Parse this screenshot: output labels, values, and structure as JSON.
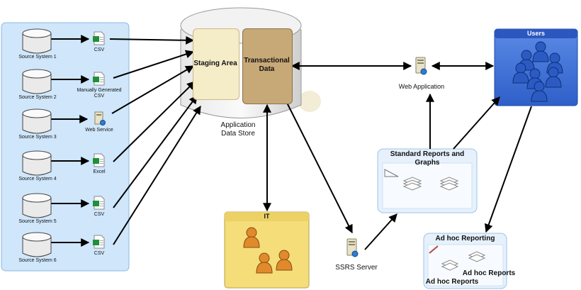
{
  "sources": [
    {
      "label": "Source System 1",
      "format": "CSV",
      "icon": "csv-file-icon"
    },
    {
      "label": "Source System 2",
      "format": "Manually Generated CSV",
      "icon": "csv-file-icon"
    },
    {
      "label": "Source System 3",
      "format": "Web Service",
      "icon": "server-icon"
    },
    {
      "label": "Source System 4",
      "format": "Excel",
      "icon": "excel-file-icon"
    },
    {
      "label": "Source System 5",
      "format": "CSV",
      "icon": "csv-file-icon"
    },
    {
      "label": "Source System 6",
      "format": "CSV",
      "icon": "csv-file-icon"
    }
  ],
  "store": {
    "staging": "Staging Area",
    "transactional": "Transactional Data",
    "caption": "Application Data Store"
  },
  "web_app": "Web Application",
  "users": "Users",
  "reports": "Standard Reports and Graphs",
  "it": "IT",
  "ssrs": "SSRS Server",
  "adhoc": {
    "title": "Ad hoc Reporting",
    "item1": "Ad hoc Reports",
    "item2": "Ad hoc Reports"
  },
  "colors": {
    "source_panel": "#cfe6fb",
    "staging": "#f5ecc8",
    "transactional": "#c7a977",
    "users_panel": "#3f73d8",
    "it_panel": "#f5dd7a",
    "reports_panel": "#e6f1fc",
    "person_orange": "#e08a2c",
    "person_blue": "#2b5bc2"
  }
}
